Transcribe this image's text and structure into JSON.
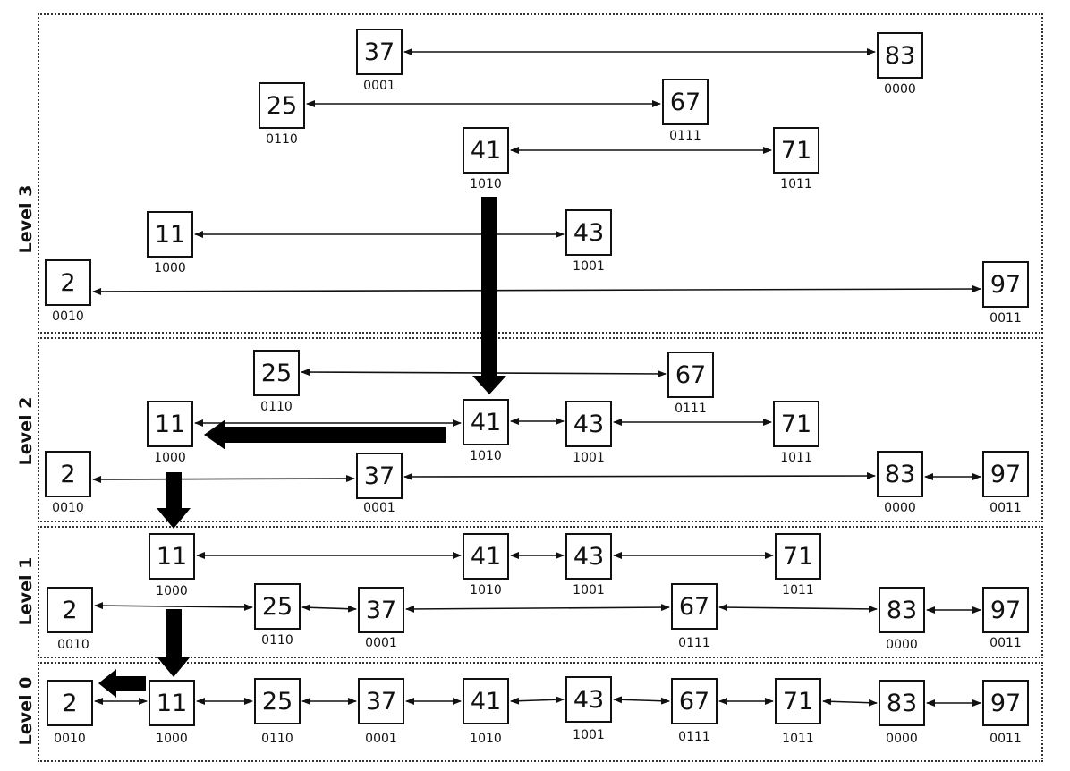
{
  "levels": [
    {
      "label": "Level 3",
      "nodes": [
        {
          "value": "37",
          "code": "0001"
        },
        {
          "value": "83",
          "code": "0000"
        },
        {
          "value": "25",
          "code": "0110"
        },
        {
          "value": "67",
          "code": "0111"
        },
        {
          "value": "41",
          "code": "1010"
        },
        {
          "value": "71",
          "code": "1011"
        },
        {
          "value": "11",
          "code": "1000"
        },
        {
          "value": "43",
          "code": "1001"
        },
        {
          "value": "2",
          "code": "0010"
        },
        {
          "value": "97",
          "code": "0011"
        }
      ]
    },
    {
      "label": "Level 2",
      "nodes": [
        {
          "value": "25",
          "code": "0110"
        },
        {
          "value": "67",
          "code": "0111"
        },
        {
          "value": "11",
          "code": "1000"
        },
        {
          "value": "41",
          "code": "1010"
        },
        {
          "value": "43",
          "code": "1001"
        },
        {
          "value": "71",
          "code": "1011"
        },
        {
          "value": "2",
          "code": "0010"
        },
        {
          "value": "37",
          "code": "0001"
        },
        {
          "value": "83",
          "code": "0000"
        },
        {
          "value": "97",
          "code": "0011"
        }
      ]
    },
    {
      "label": "Level 1",
      "nodes": [
        {
          "value": "11",
          "code": "1000"
        },
        {
          "value": "41",
          "code": "1010"
        },
        {
          "value": "43",
          "code": "1001"
        },
        {
          "value": "71",
          "code": "1011"
        },
        {
          "value": "2",
          "code": "0010"
        },
        {
          "value": "25",
          "code": "0110"
        },
        {
          "value": "37",
          "code": "0001"
        },
        {
          "value": "67",
          "code": "0111"
        },
        {
          "value": "83",
          "code": "0000"
        },
        {
          "value": "97",
          "code": "0011"
        }
      ]
    },
    {
      "label": "Level 0",
      "nodes": [
        {
          "value": "2",
          "code": "0010"
        },
        {
          "value": "11",
          "code": "1000"
        },
        {
          "value": "25",
          "code": "0110"
        },
        {
          "value": "37",
          "code": "0001"
        },
        {
          "value": "41",
          "code": "1010"
        },
        {
          "value": "43",
          "code": "1001"
        },
        {
          "value": "67",
          "code": "0111"
        },
        {
          "value": "71",
          "code": "1011"
        },
        {
          "value": "83",
          "code": "0000"
        },
        {
          "value": "97",
          "code": "0011"
        }
      ]
    }
  ]
}
